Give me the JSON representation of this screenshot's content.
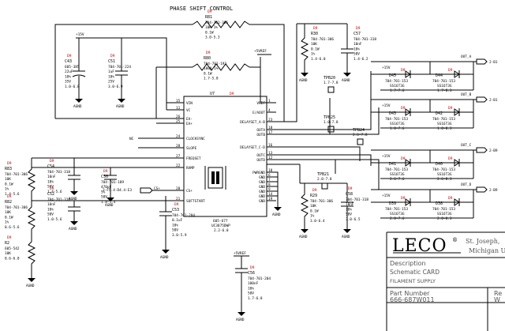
{
  "title": "PHASE SHIFT CONTROL",
  "ic": {
    "ref": "U7",
    "rev": "D9",
    "part": "605-677",
    "type": "UC3875DWP",
    "loc": "2.2-6.0",
    "left_pins": [
      {
        "num": "15",
        "name": "VIN"
      },
      {
        "num": "11",
        "name": "VC"
      },
      {
        "num": "26",
        "name": "EA-"
      },
      {
        "num": "25",
        "name": "EA+"
      },
      {
        "num": "24",
        "name": "CLOCKSYNC"
      },
      {
        "num": "28",
        "name": "SLOPE"
      },
      {
        "num": "27",
        "name": "FREQSET"
      },
      {
        "num": "22",
        "name": "RAMP"
      },
      {
        "num": "20",
        "name": "CS+"
      },
      {
        "num": "21",
        "name": "SOFTSTART"
      }
    ],
    "right_pins": [
      {
        "num": "1",
        "name": "VREF"
      },
      {
        "num": "4",
        "name": "E/AOUT"
      },
      {
        "num": "23",
        "name": "DELAYSET_A-B"
      },
      {
        "num": "18",
        "name": "OUTA"
      },
      {
        "num": "17",
        "name": "OUTB"
      },
      {
        "num": "16",
        "name": "DELAYSET_C-D"
      },
      {
        "num": "13",
        "name": "OUTC"
      },
      {
        "num": "12",
        "name": "OUTD"
      },
      {
        "num": "10",
        "name": "PWRGND"
      },
      {
        "num": "6",
        "name": "GND"
      },
      {
        "num": "7",
        "name": "GND"
      },
      {
        "num": "8",
        "name": "GND"
      },
      {
        "num": "9",
        "name": "GND"
      },
      {
        "num": "14",
        "name": "GND"
      },
      {
        "num": "19",
        "name": "GND"
      }
    ]
  },
  "rails": {
    "v15": "+15V",
    "v5ref": "+5VREF",
    "gnd": "AGND",
    "nc": "NC"
  },
  "components": [
    {
      "ref": "R81",
      "rev": "D9",
      "lines": [
        "704-701-306",
        "10K   1%",
        "0.1W",
        "3.0-5.3"
      ]
    },
    {
      "ref": "R80",
      "rev": "D9",
      "lines": [
        "704-701-193",
        "100K  1%",
        "0.1W",
        "1.7-5.0"
      ]
    },
    {
      "ref": "C43",
      "rev": "D9",
      "lines": [
        "605-385",
        "22uF",
        "10%",
        "35V",
        "1.0-6.8"
      ]
    },
    {
      "ref": "C51",
      "rev": "D9",
      "lines": [
        "704-701-224",
        "1uF",
        "10%",
        "25V",
        "3.0-6.9"
      ]
    },
    {
      "ref": "R30",
      "rev": "D9",
      "lines": [
        "704-701-306",
        "10K",
        "0.1W",
        "1%",
        "1.4-6.0"
      ]
    },
    {
      "ref": "C57",
      "rev": "D9",
      "lines": [
        "704-701-318",
        "10nF",
        "10%",
        "50V",
        "1.4-6.2"
      ]
    },
    {
      "ref": "R83",
      "rev": "D9",
      "lines": [
        "704-701-306",
        "10K",
        "0.1W",
        "1%",
        "1.4-5.6"
      ]
    },
    {
      "ref": "C54",
      "rev": "D9",
      "lines": [
        "704-701-318",
        "10nF",
        "10%",
        "50V",
        "1.4-5.6"
      ]
    },
    {
      "ref": "C50",
      "rev": "D9",
      "lines": [
        "704-701-189",
        "470pF",
        "5%",
        "50V",
        "1.8-5.4"
      ]
    },
    {
      "ref": "R82",
      "rev": "D9",
      "lines": [
        "704-701-306",
        "10K",
        "0.1W",
        "1%",
        "0.6-5.6"
      ]
    },
    {
      "ref": "C52",
      "rev": "D9",
      "lines": [
        "704-701-318",
        "10nF",
        "10%",
        "50V",
        "1.0-5.6"
      ]
    },
    {
      "ref": "R2",
      "rev": "D9",
      "lines": [
        "605-542",
        "10K",
        "0.6-6.0"
      ]
    },
    {
      "ref": "C53",
      "rev": "D9",
      "lines": [
        "704-701-204",
        "0.1uF",
        "10%",
        "50V",
        "3.0-5.9"
      ]
    },
    {
      "ref": "R29",
      "rev": "D9",
      "lines": [
        "704-701-306",
        "10K",
        "0.1W",
        "1%",
        "3.0-6.4"
      ]
    },
    {
      "ref": "C58",
      "rev": "D9",
      "lines": [
        "704-701-318",
        "10nF",
        "10%",
        "50V",
        "3.0-6.5"
      ]
    },
    {
      "ref": "C56",
      "rev": "D9",
      "lines": [
        "704-701-204",
        "100nF",
        "10%",
        "50V",
        "1.7-6.8"
      ]
    }
  ],
  "cs_ref": "3-F5.4-D4.4-E3",
  "cs_label": "CS+",
  "testpoints": [
    {
      "ref": "TPB20",
      "loc": "1.7-7.8"
    },
    {
      "ref": "TPB25",
      "loc": "1.0-7.8"
    },
    {
      "ref": "TPB24",
      "loc": "2.6-7.8"
    },
    {
      "ref": "TPB21",
      "loc": "2.0-7.8"
    }
  ],
  "diodes": [
    {
      "ref": "D45",
      "rev": "D9",
      "part": "704-701-153",
      "type": "SS16T3G",
      "loc": "1.7-7.6"
    },
    {
      "ref": "D44",
      "rev": "D9",
      "part": "704-701-153",
      "type": "SS16T3G",
      "loc": "1.7-8.3"
    },
    {
      "ref": "D43",
      "rev": "D9",
      "part": "704-701-153",
      "type": "SS16T3G",
      "loc": "1.0-7.6"
    },
    {
      "ref": "D42",
      "rev": "D9",
      "part": "704-701-153",
      "type": "SS16T3G",
      "loc": "1.0-8.3"
    },
    {
      "ref": "D41",
      "rev": "D9",
      "part": "704-701-153",
      "type": "SS16T3G",
      "loc": "2.6-7.6"
    },
    {
      "ref": "D40",
      "rev": "D9",
      "part": "704-701-153",
      "type": "SS16T3G",
      "loc": "2.6-8.3"
    },
    {
      "ref": "D39",
      "rev": "D9",
      "part": "704-701-153",
      "type": "SS16T3G",
      "loc": "2.0-7.6"
    },
    {
      "ref": "D38",
      "rev": "D9",
      "part": "704-701-153",
      "type": "SS16T3G",
      "loc": "2.0-8.3"
    }
  ],
  "outputs": [
    {
      "label": "OUT_A",
      "ref": "2-B1"
    },
    {
      "label": "OUT_B",
      "ref": "2-B1"
    },
    {
      "label": "OUT_C",
      "ref": "2-B9"
    },
    {
      "label": "OUT_D",
      "ref": "2-B9"
    }
  ],
  "title_block": {
    "logo": "LECO",
    "registered": "®",
    "company_line1": "St. Joseph,",
    "company_line2": "Michigan U",
    "description_label": "Description",
    "description_line1": "Schematic  CARD",
    "description_line2": "FILAMENT SUPPLY",
    "part_label": "Part Number",
    "part_value": "666-687W011",
    "rev_label": "Re",
    "rev_value": "W"
  }
}
